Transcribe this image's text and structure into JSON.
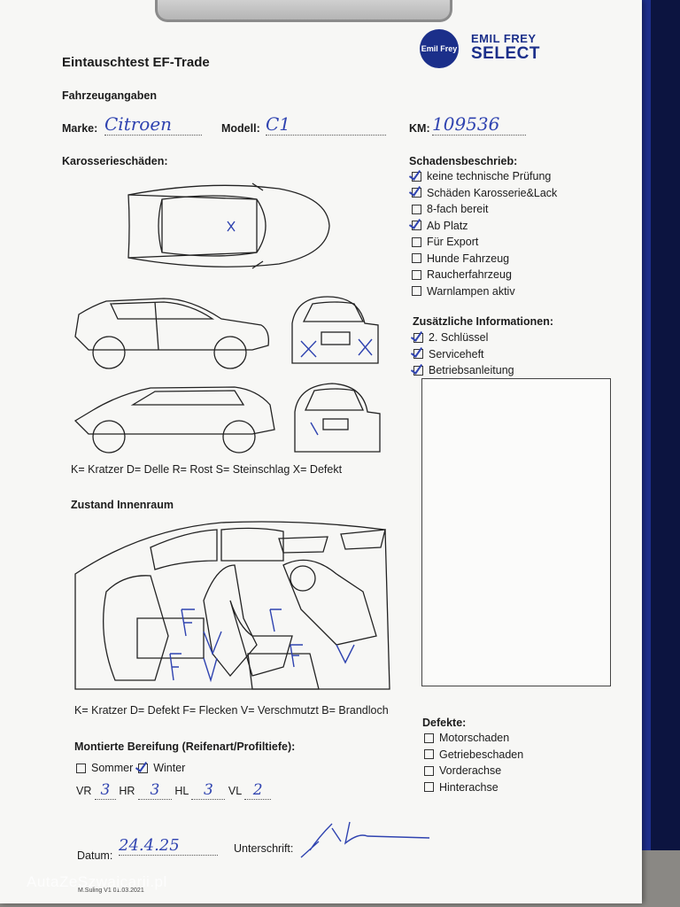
{
  "header": {
    "title": "Eintauschtest EF-Trade",
    "logo_circle_text": "Emil Frey",
    "logo_line1": "EMIL FREY",
    "logo_line2": "SELECT"
  },
  "vehicle": {
    "section": "Fahrzeugangaben",
    "brand_label": "Marke:",
    "brand_value": "Citroen",
    "model_label": "Modell:",
    "model_value": "C1",
    "km_label": "KM:",
    "km_value": "109536"
  },
  "body_damage": {
    "section": "Karosserieschäden:",
    "legend": "K= Kratzer D= Delle R= Rost S= Steinschlag X= Defekt"
  },
  "damage_description": {
    "section": "Schadensbeschrieb:",
    "items": [
      {
        "label": "keine technische Prüfung",
        "checked": true
      },
      {
        "label": "Schäden Karosserie&Lack",
        "checked": true
      },
      {
        "label": "8-fach bereit",
        "checked": false
      },
      {
        "label": "Ab Platz",
        "checked": true
      },
      {
        "label": "Für Export",
        "checked": false
      },
      {
        "label": "Hunde Fahrzeug",
        "checked": false
      },
      {
        "label": "Raucherfahrzeug",
        "checked": false
      },
      {
        "label": "Warnlampen aktiv",
        "checked": false
      }
    ]
  },
  "additional_info": {
    "section": "Zusätzliche Informationen:",
    "items": [
      {
        "label": "2. Schlüssel",
        "checked": true
      },
      {
        "label": "Serviceheft",
        "checked": true
      },
      {
        "label": "Betriebsanleitung",
        "checked": true
      }
    ]
  },
  "interior": {
    "section": "Zustand Innenraum",
    "legend": "K= Kratzer D= Defekt F= Flecken V= Verschmutzt B= Brandloch"
  },
  "tires": {
    "section": "Montierte Bereifung (Reifenart/Profiltiefe):",
    "summer_label": "Sommer",
    "summer_checked": false,
    "winter_label": "Winter",
    "winter_checked": true,
    "vr_label": "VR",
    "vr_value": "3",
    "hr_label": "HR",
    "hr_value": "3",
    "hl_label": "HL",
    "hl_value": "3",
    "vl_label": "VL",
    "vl_value": "2"
  },
  "defects": {
    "section": "Defekte:",
    "items": [
      {
        "label": "Motorschaden",
        "checked": false
      },
      {
        "label": "Getriebeschaden",
        "checked": false
      },
      {
        "label": "Vorderachse",
        "checked": false
      },
      {
        "label": "Hinterachse",
        "checked": false
      }
    ]
  },
  "signature": {
    "date_label": "Datum:",
    "date_value": "24.4.25",
    "sign_label": "Unterschrift:"
  },
  "footer": {
    "version": "M.Suling V1 01.03.2021",
    "watermark": "AutaZeSzwajcarii.pl"
  },
  "colors": {
    "ink_blue": "#2f43b0",
    "brand_blue": "#1b2f8a"
  }
}
